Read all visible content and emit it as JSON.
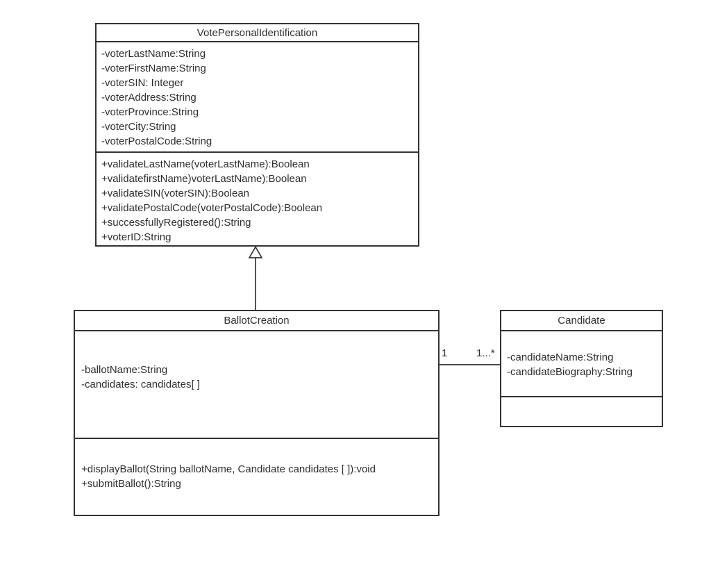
{
  "diagram": {
    "type": "uml-class-diagram",
    "colors": {
      "stroke": "#333333",
      "fill": "#ffffff",
      "text": "#2e2e2e",
      "background": "#ffffff"
    },
    "classes": [
      {
        "name": "VotePersonalIdentification",
        "attributes": [
          "-voterLastName:String",
          "-voterFirstName:String",
          "-voterSIN: Integer",
          "-voterAddress:String",
          "-voterProvince:String",
          "-voterCity:String",
          "-voterPostalCode:String"
        ],
        "methods": [
          "+validateLastName(voterLastName):Boolean",
          "+validatefirstName)voterLastName):Boolean",
          "+validateSIN(voterSIN):Boolean",
          "+validatePostalCode(voterPostalCode):Boolean",
          "+successfullyRegistered():String",
          "+voterID:String"
        ]
      },
      {
        "name": "BallotCreation",
        "attributes": [
          "-ballotName:String",
          "-candidates: candidates[ ]"
        ],
        "methods": [
          "+displayBallot(String ballotName, Candidate candidates [ ]):void",
          "+submitBallot():String"
        ]
      },
      {
        "name": "Candidate",
        "attributes": [
          "-candidateName:String",
          "-candidateBiography:String"
        ],
        "methods": []
      }
    ],
    "relationships": {
      "generalization": {
        "from": "BallotCreation",
        "to": "VotePersonalIdentification",
        "type": "generalization"
      },
      "association": {
        "from": "BallotCreation",
        "to": "Candidate",
        "type": "association",
        "from_multiplicity": "1",
        "to_multiplicity": "1...*"
      }
    }
  }
}
